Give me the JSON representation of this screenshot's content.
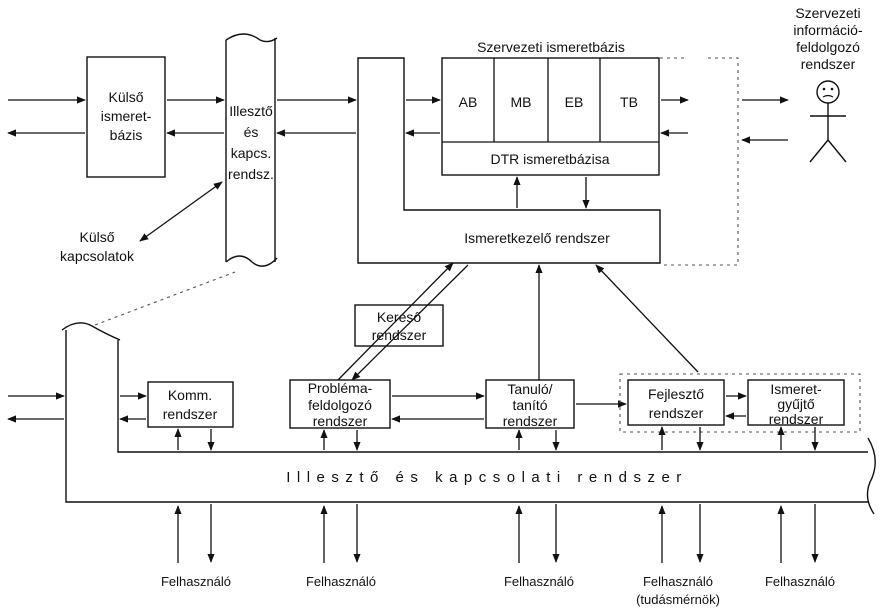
{
  "external_kb": {
    "line1": "Külső",
    "line2": "ismeret-",
    "line3": "bázis"
  },
  "interface_vertical": {
    "line1": "Illesztő",
    "line2": "és",
    "line3": "kapcs.",
    "line4": "rendsz."
  },
  "external_connections": {
    "line1": "Külső",
    "line2": "kapcsolatok"
  },
  "org_kb": {
    "title": "Szervezeti ismeretbázis",
    "cells": [
      "AB",
      "MB",
      "EB",
      "TB"
    ],
    "dtr": "DTR ismeretbázisa"
  },
  "knowledge_manager": "Ismeretkezelő rendszer",
  "org_info_system": {
    "line1": "Szervezeti",
    "line2": "információ-",
    "line3": "feldolgozó",
    "line4": "rendszer"
  },
  "search_system": {
    "line1": "Kereső",
    "line2": "rendszer"
  },
  "comm_system": {
    "line1": "Komm.",
    "line2": "rendszer"
  },
  "problem_system": {
    "line1": "Probléma-",
    "line2": "feldolgozó",
    "line3": "rendszer"
  },
  "learning_system": {
    "line1": "Tanuló/",
    "line2": "tanító",
    "line3": "rendszer"
  },
  "dev_system": {
    "line1": "Fejlesztő",
    "line2": "rendszer"
  },
  "collect_system": {
    "line1": "Ismeret-",
    "line2": "gyűjtő",
    "line3": "rendszer"
  },
  "interface_horizontal": "Illesztő és kapcsolati rendszer",
  "users": [
    {
      "label": "Felhasználó"
    },
    {
      "label": "Felhasználó"
    },
    {
      "label": "Felhasználó"
    },
    {
      "label": "Felhasználó",
      "note": "(tudásmérnök)"
    },
    {
      "label": "Felhasználó"
    }
  ],
  "colors": {
    "stroke": "#111111",
    "background": "#ffffff"
  }
}
